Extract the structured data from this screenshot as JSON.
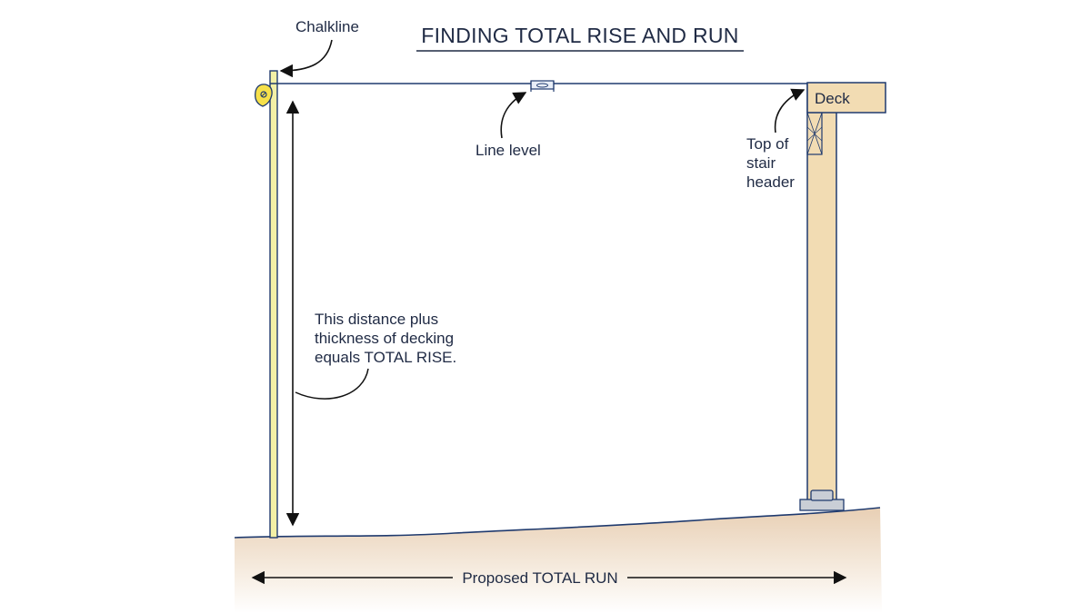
{
  "title": "FINDING TOTAL RISE AND RUN",
  "labels": {
    "chalkline": "Chalkline",
    "line_level": "Line level",
    "deck": "Deck",
    "stair_header": [
      "Top of",
      "stair",
      "header"
    ],
    "rise_note": [
      "This distance plus",
      "thickness of decking",
      "equals TOTAL RISE."
    ],
    "total_run": "Proposed TOTAL RUN"
  },
  "colors": {
    "line": "#1f3a6e",
    "wood": "#f2dcb3",
    "stake": "#f3f0a6",
    "chalk_box": "#f6e04a",
    "ground_top": "#e9d2b9",
    "footing": "#c9ced6"
  }
}
